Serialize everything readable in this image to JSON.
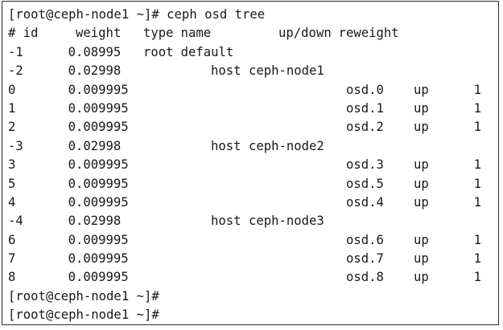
{
  "window": {
    "kind": "terminal",
    "background_color": "#ffffff",
    "text_color": "#18181a",
    "border_color": "#2b2b2b"
  },
  "session": {
    "prompt": "[root@ceph-node1 ~]#",
    "command": "ceph osd tree",
    "command_line": "[root@ceph-node1 ~]# ceph osd tree"
  },
  "table": {
    "headers": {
      "id": "# id",
      "weight": "weight",
      "type": "type",
      "name": "name",
      "updown": "up/down",
      "reweight": "reweight"
    },
    "rows": [
      {
        "id": "-1",
        "weight": "0.08995",
        "type": "root",
        "name": "default",
        "indent": "type",
        "osd": "",
        "status": "",
        "reweight": ""
      },
      {
        "id": "-2",
        "weight": "0.02998",
        "type": "host",
        "name": "ceph-node1",
        "indent": "host",
        "osd": "",
        "status": "",
        "reweight": ""
      },
      {
        "id": "0",
        "weight": "0.009995",
        "type": "",
        "name": "",
        "indent": "osd",
        "osd": "osd.0",
        "status": "up",
        "reweight": "1"
      },
      {
        "id": "1",
        "weight": "0.009995",
        "type": "",
        "name": "",
        "indent": "osd",
        "osd": "osd.1",
        "status": "up",
        "reweight": "1"
      },
      {
        "id": "2",
        "weight": "0.009995",
        "type": "",
        "name": "",
        "indent": "osd",
        "osd": "osd.2",
        "status": "up",
        "reweight": "1"
      },
      {
        "id": "-3",
        "weight": "0.02998",
        "type": "host",
        "name": "ceph-node2",
        "indent": "host",
        "osd": "",
        "status": "",
        "reweight": ""
      },
      {
        "id": "3",
        "weight": "0.009995",
        "type": "",
        "name": "",
        "indent": "osd",
        "osd": "osd.3",
        "status": "up",
        "reweight": "1"
      },
      {
        "id": "5",
        "weight": "0.009995",
        "type": "",
        "name": "",
        "indent": "osd",
        "osd": "osd.5",
        "status": "up",
        "reweight": "1"
      },
      {
        "id": "4",
        "weight": "0.009995",
        "type": "",
        "name": "",
        "indent": "osd",
        "osd": "osd.4",
        "status": "up",
        "reweight": "1"
      },
      {
        "id": "-4",
        "weight": "0.02998",
        "type": "host",
        "name": "ceph-node3",
        "indent": "host",
        "osd": "",
        "status": "",
        "reweight": ""
      },
      {
        "id": "6",
        "weight": "0.009995",
        "type": "",
        "name": "",
        "indent": "osd",
        "osd": "osd.6",
        "status": "up",
        "reweight": "1"
      },
      {
        "id": "7",
        "weight": "0.009995",
        "type": "",
        "name": "",
        "indent": "osd",
        "osd": "osd.7",
        "status": "up",
        "reweight": "1"
      },
      {
        "id": "8",
        "weight": "0.009995",
        "type": "",
        "name": "",
        "indent": "osd",
        "osd": "osd.8",
        "status": "up",
        "reweight": "1"
      }
    ]
  },
  "trailing_prompts": [
    "[root@ceph-node1 ~]#",
    "[root@ceph-node1 ~]#"
  ]
}
